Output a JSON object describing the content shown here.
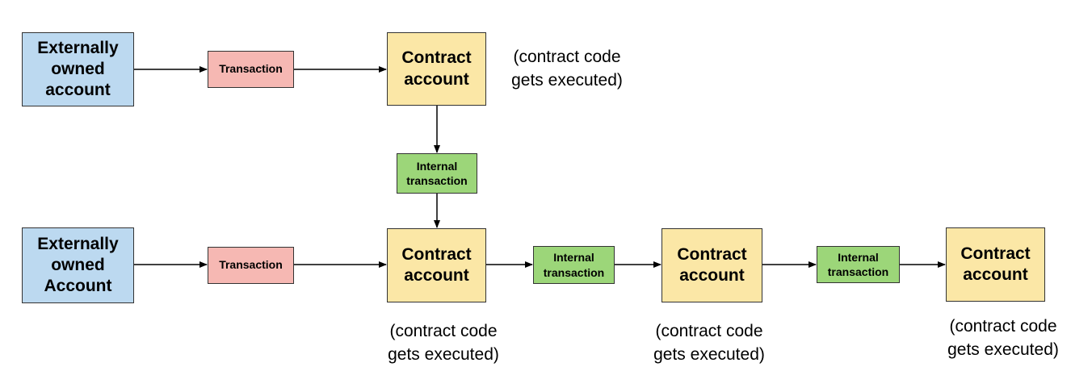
{
  "nodes": {
    "eoa1": {
      "lines": [
        "Externally",
        "owned",
        "account"
      ]
    },
    "tx1": {
      "label": "Transaction"
    },
    "ca1": {
      "lines": [
        "Contract",
        "account"
      ]
    },
    "itx_v": {
      "lines": [
        "Internal",
        "transaction"
      ]
    },
    "eoa2": {
      "lines": [
        "Externally",
        "owned",
        "Account"
      ]
    },
    "tx2": {
      "label": "Transaction"
    },
    "ca2": {
      "lines": [
        "Contract",
        "account"
      ]
    },
    "itx2": {
      "lines": [
        "Internal",
        "transaction"
      ]
    },
    "ca3": {
      "lines": [
        "Contract",
        "account"
      ]
    },
    "itx3": {
      "lines": [
        "Internal",
        "transaction"
      ]
    },
    "ca4": {
      "lines": [
        "Contract",
        "account"
      ]
    }
  },
  "notes": {
    "note1": [
      "(contract code",
      "gets executed)"
    ],
    "note2": [
      "(contract code",
      "gets executed)"
    ],
    "note3": [
      "(contract code",
      "gets executed)"
    ],
    "note4": [
      "(contract code",
      "gets executed)"
    ]
  },
  "edges": [
    {
      "from": "eoa1",
      "to": "tx1"
    },
    {
      "from": "tx1",
      "to": "ca1"
    },
    {
      "from": "ca1",
      "to": "itx_v"
    },
    {
      "from": "itx_v",
      "to": "ca2"
    },
    {
      "from": "eoa2",
      "to": "tx2"
    },
    {
      "from": "tx2",
      "to": "ca2"
    },
    {
      "from": "ca2",
      "to": "itx2"
    },
    {
      "from": "itx2",
      "to": "ca3"
    },
    {
      "from": "ca3",
      "to": "itx3"
    },
    {
      "from": "itx3",
      "to": "ca4"
    }
  ],
  "colors": {
    "external_account": "#bcd9f0",
    "transaction": "#f6b8b3",
    "contract_account": "#fbe7a6",
    "internal_transaction": "#9cd679"
  }
}
